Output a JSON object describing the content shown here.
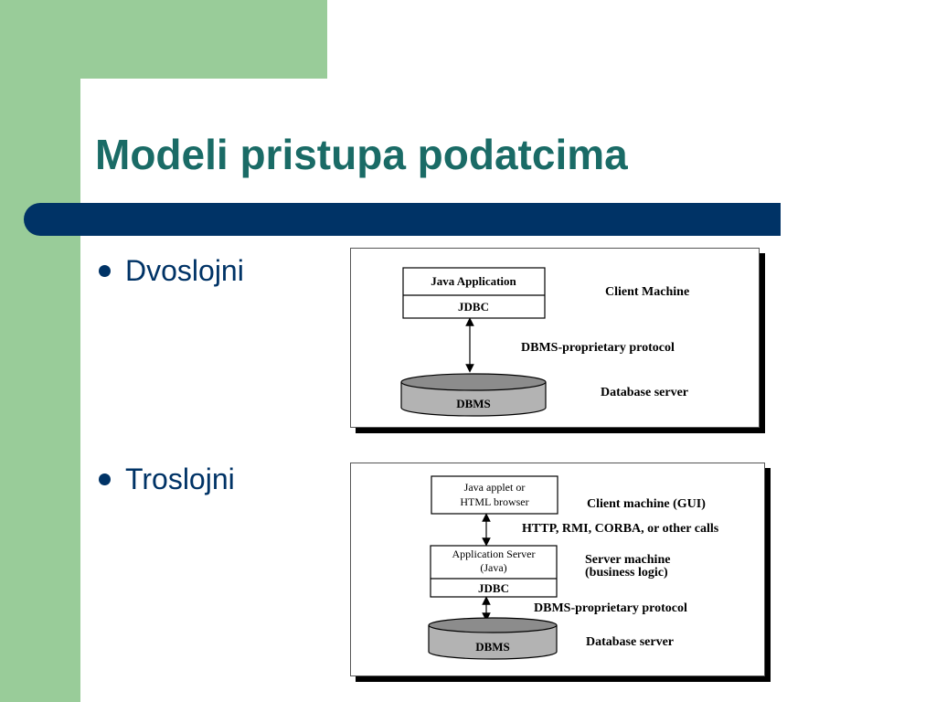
{
  "slide": {
    "title": "Modeli pristupa podatcima",
    "colors": {
      "green": "#99cc99",
      "title": "#1a6b66",
      "navy": "#003366"
    }
  },
  "bullets": [
    {
      "text": "Dvoslojni"
    },
    {
      "text": "Troslojni"
    }
  ],
  "two_tier": {
    "app_box": "Java Application",
    "jdbc_box": "JDBC",
    "dbms": "DBMS",
    "client_label": "Client Machine",
    "protocol_label": "DBMS-proprietary protocol",
    "server_label": "Database server"
  },
  "three_tier": {
    "applet_line1": "Java applet or",
    "applet_line2": "HTML browser",
    "appserver_line1": "Application Server",
    "appserver_line2": "(Java)",
    "jdbc_box": "JDBC",
    "dbms": "DBMS",
    "client_label": "Client machine (GUI)",
    "calls_label": "HTTP, RMI, CORBA, or other calls",
    "server_label_line1": "Server machine",
    "server_label_line2": "(business logic)",
    "protocol_label": "DBMS-proprietary protocol",
    "db_label": "Database server"
  }
}
